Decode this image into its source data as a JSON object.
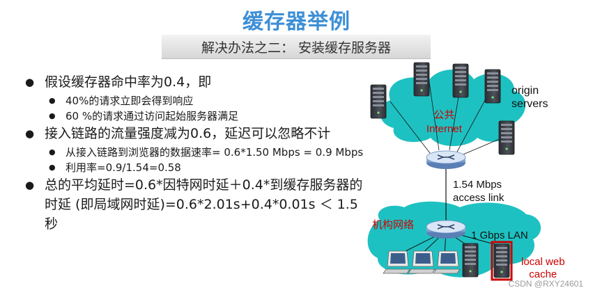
{
  "title": "缓存器举例",
  "subtitle": "解决办法之二： 安装缓存服务器",
  "bullets": [
    {
      "text": "假设缓存器命中率为0.4，即",
      "sub": [
        "40%的请求立即会得到响应",
        "60 %的请求通过访问起始服务器满足"
      ]
    },
    {
      "text": "接入链路的流量强度减为0.6，延迟可以忽略不计",
      "sub": [
        "从接入链路到浏览器的数据速率= 0.6*1.50 Mbps = 0.9 Mbps",
        "利用率=0.9/1.54=0.58"
      ]
    },
    {
      "text": "总的平均延时=0.6*因特网时延＋0.4*到缓存服务器的时延 (即局域网时延)=0.6*2.01s+0.4*0.01s ＜ 1.5 秒",
      "sub": []
    }
  ],
  "diagram": {
    "origin_servers": "origin\nservers",
    "internet_label": "公共\nInternet",
    "access_link": "1.54 Mbps\naccess link",
    "institution_label": "机构网络",
    "lan_label": "1 Gbps LAN",
    "cache_label": "local web\ncache"
  },
  "colors": {
    "title": "#3d8fd6",
    "cloud": "#1ec1c1",
    "red_label": "#cc0000",
    "server_dark": "#3a3d44"
  },
  "watermark": "CSDN @RXY24601"
}
